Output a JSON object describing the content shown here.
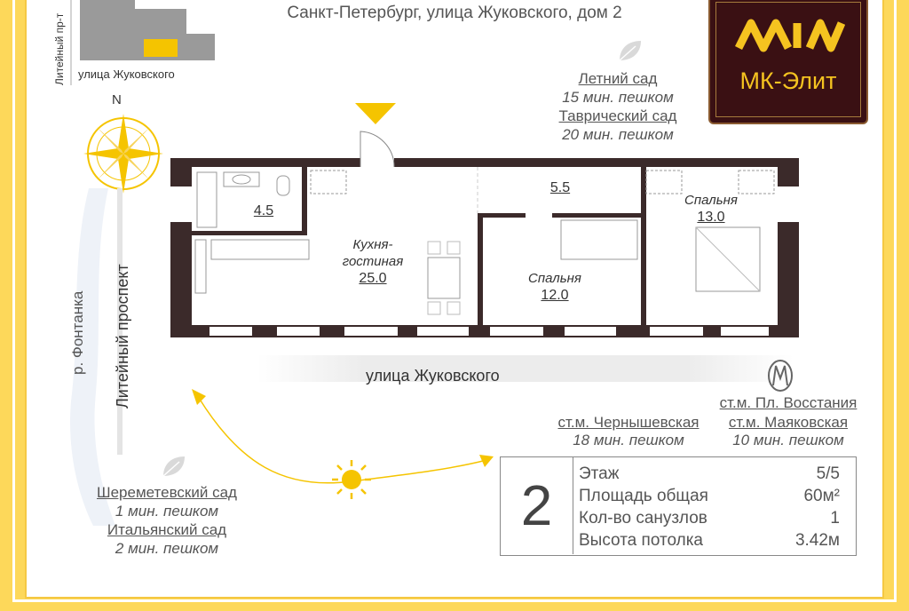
{
  "address": "Санкт-Петербург, улица Жуковского, дом 2",
  "logo": {
    "brand": "МК-Элит",
    "accent": "#f5c320",
    "background": "#3a1013"
  },
  "minimap": {
    "street": "улица Жуковского",
    "cross_street": "Литейный пр-т"
  },
  "compass": {
    "north_label": "N"
  },
  "parks_top": [
    {
      "name": "Летний сад",
      "walk": "15 мин. пешком"
    },
    {
      "name": "Таврический сад",
      "walk": "20 мин. пешком"
    }
  ],
  "parks_bottom": [
    {
      "name": "Шереметевский сад",
      "walk": "1 мин. пешком"
    },
    {
      "name": "Итальянский сад",
      "walk": "2 мин. пешком"
    }
  ],
  "rooms": {
    "bath": {
      "area": "4.5"
    },
    "kitchen": {
      "label_line1": "Кухня-",
      "label_line2": "гостиная",
      "area": "25.0"
    },
    "hall": {
      "area": "5.5"
    },
    "bedroom1": {
      "label": "Спальня",
      "area": "12.0"
    },
    "bedroom2": {
      "label": "Спальня",
      "area": "13.0"
    }
  },
  "streets": {
    "main": "улица Жуковского",
    "side": "Литейный проспект",
    "river": "р. Фонтанка"
  },
  "metro": {
    "icon": "metro-m-icon",
    "stations": [
      {
        "name": "ст.м. Чернышевская",
        "walk": "18 мин. пешком"
      },
      {
        "name": "ст.м. Маяковская",
        "walk": "10 мин. пешком",
        "alt_name": "ст.м. Пл. Восстания"
      }
    ]
  },
  "info": {
    "rooms_count": "2",
    "rows": [
      {
        "label": "Этаж",
        "value": "5/5"
      },
      {
        "label": "Площадь общая",
        "value": "60м²"
      },
      {
        "label": "Кол-во санузлов",
        "value": "1"
      },
      {
        "label": "Высота потолка",
        "value": "3.42м"
      }
    ]
  },
  "colors": {
    "frame": "#fdd85a",
    "walls": "#3b2a2a",
    "marker": "#f5c400"
  }
}
